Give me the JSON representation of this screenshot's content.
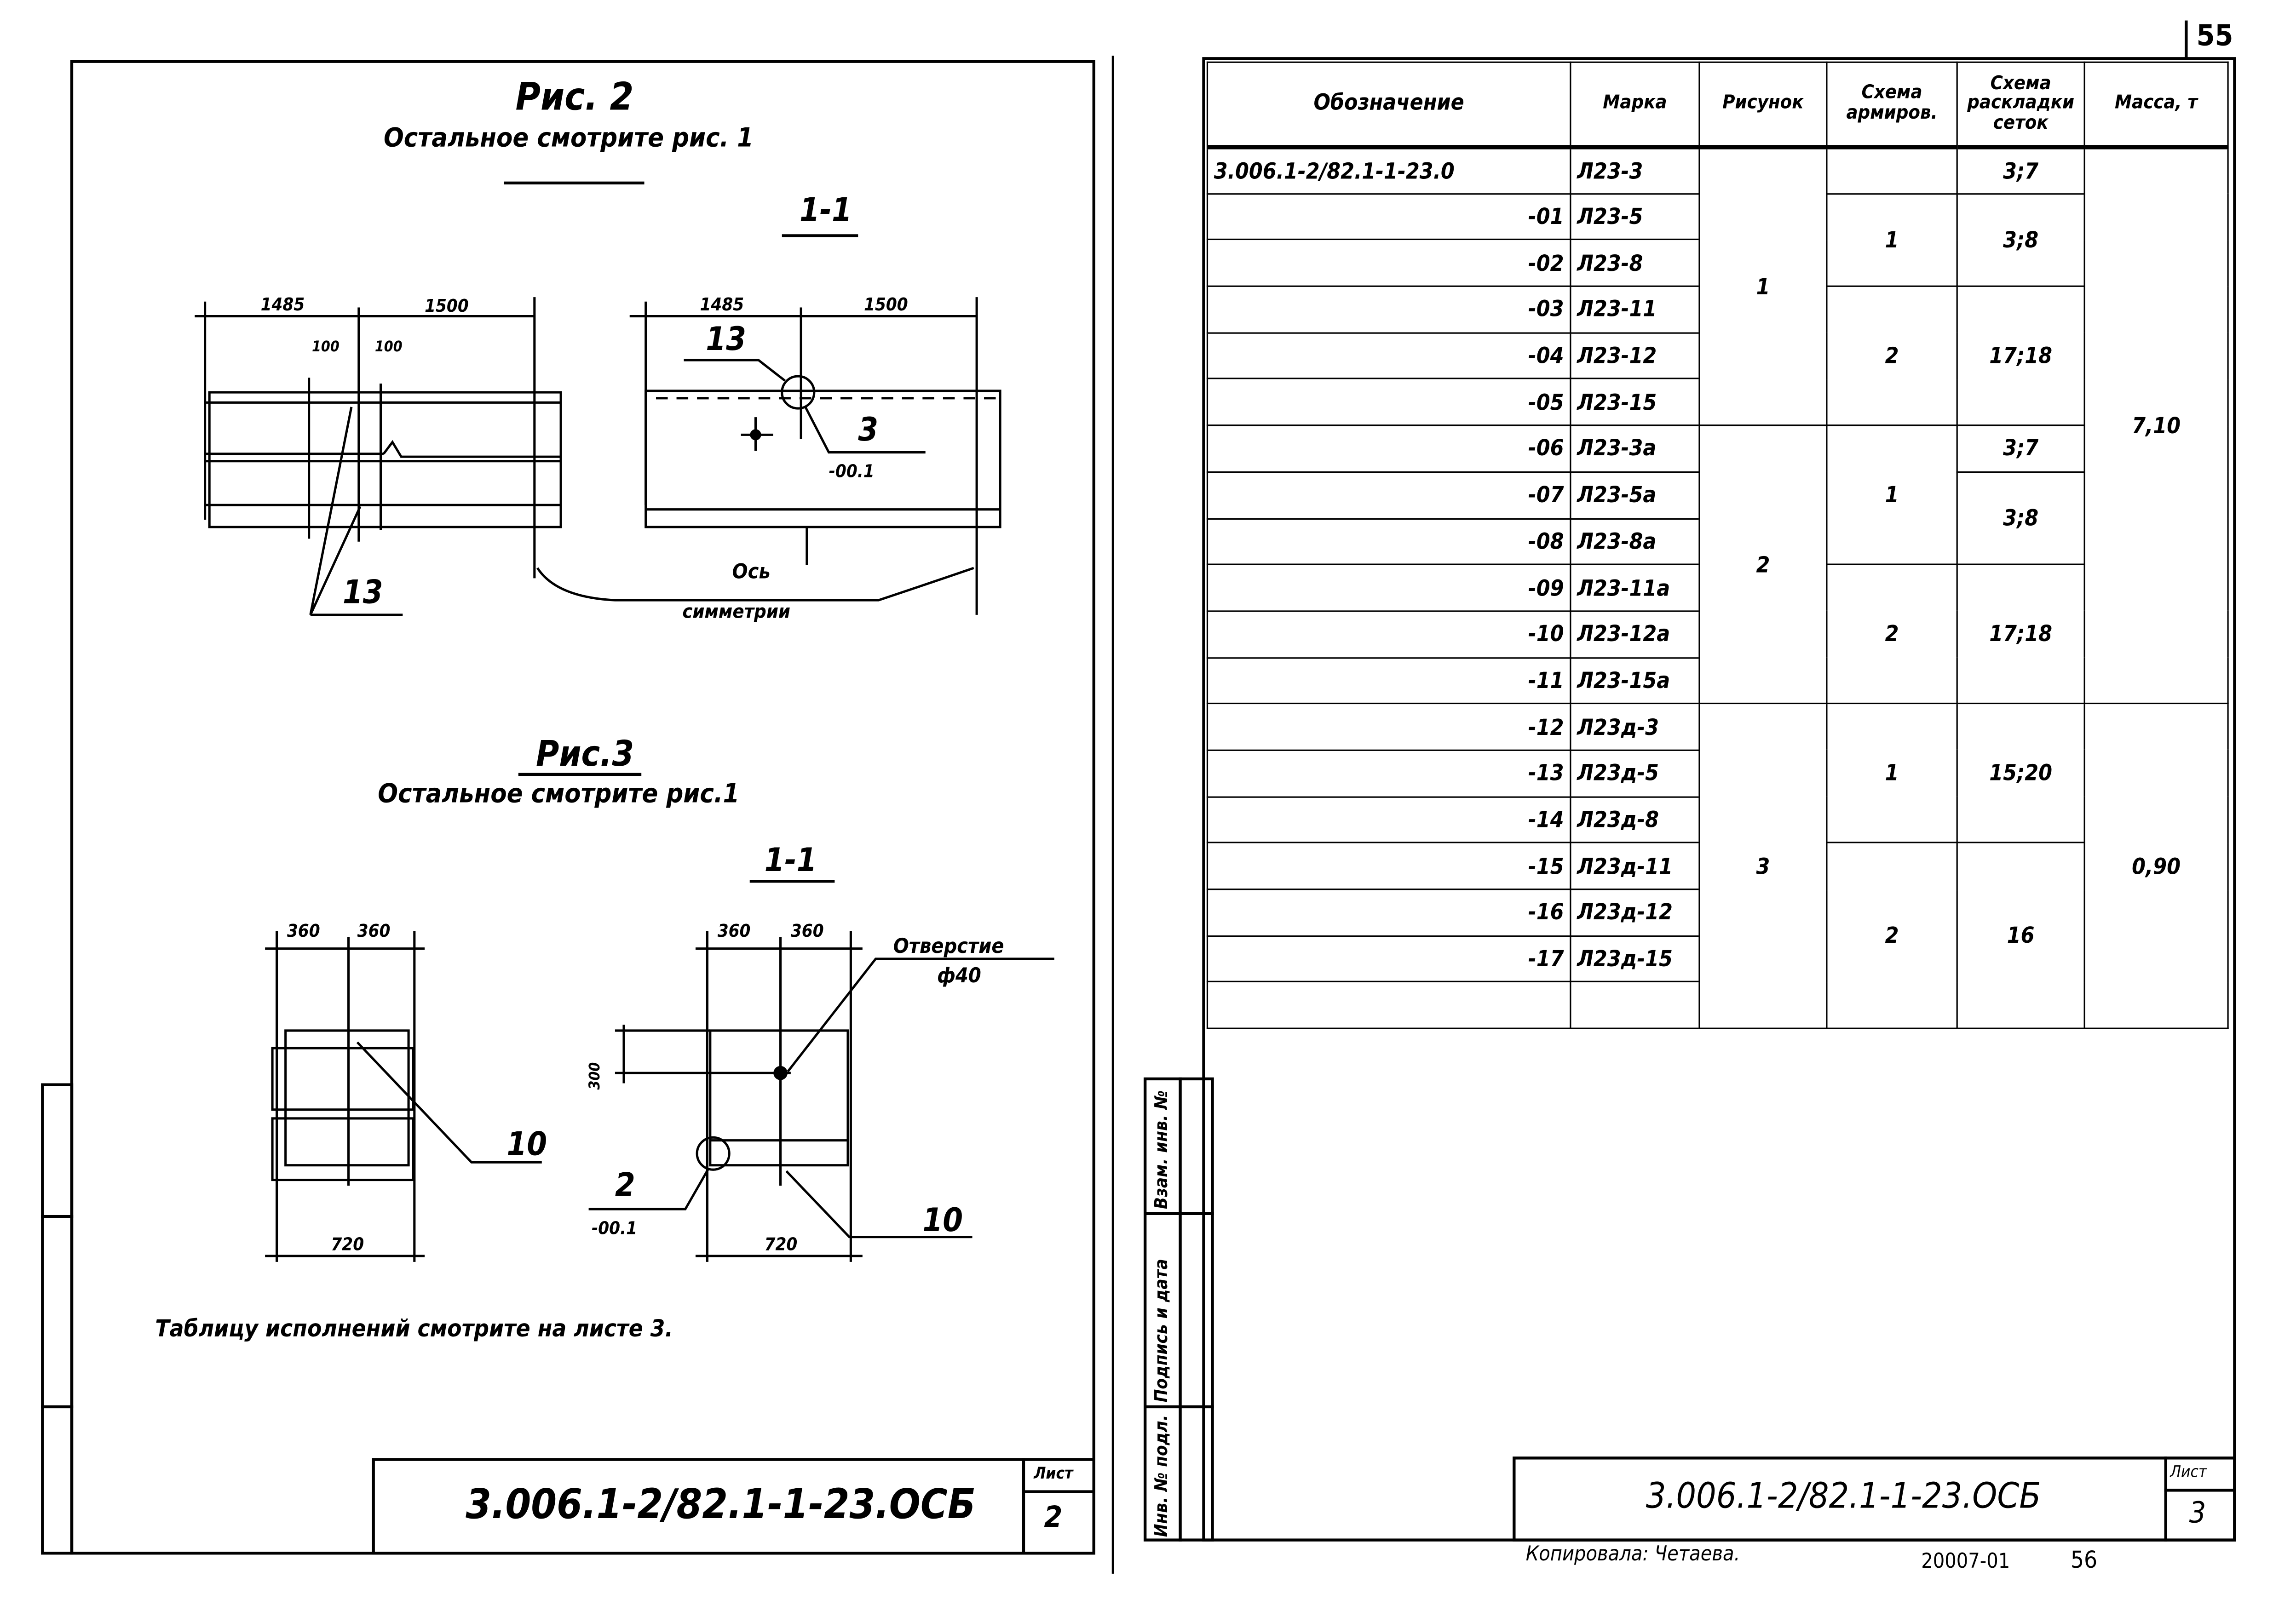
{
  "page_number_top": "55",
  "left_sheet": {
    "fig2": {
      "title": "Рис. 2",
      "subtitle": "Остальное смотрите рис. 1",
      "section_label": "1-1",
      "dims_left_view": [
        "1485",
        "1500",
        "100",
        "100"
      ],
      "dims_section": [
        "1485",
        "1500"
      ],
      "callouts_left": [
        "13"
      ],
      "callouts_section": [
        "13",
        "3",
        "-00.1"
      ],
      "axis_label_line1": "Ось",
      "axis_label_line2": "симметрии"
    },
    "fig3": {
      "title": "Рис.3",
      "subtitle": "Остальное смотрите рис.1",
      "section_label": "1-1",
      "dims_left_view": [
        "360",
        "360",
        "720"
      ],
      "dims_section": [
        "360",
        "360",
        "720",
        "300"
      ],
      "callouts_left": [
        "10"
      ],
      "callouts_section": [
        "2",
        "-00.1",
        "10"
      ],
      "hole_label_line1": "Отверстие",
      "hole_label_line2": "ф40"
    },
    "note": "Таблицу исполнений смотрите на листе 3.",
    "title_block": {
      "designation": "3.006.1-2/82.1-1-23.ОСБ",
      "sheet_label": "Лист",
      "sheet_number": "2"
    }
  },
  "right_sheet": {
    "table": {
      "headers": [
        "Обозначение",
        "Марка",
        "Рисунок",
        "Схема армиров.",
        "Схема раскладки сеток",
        "Масса, т"
      ],
      "rows": [
        {
          "designation": "3.006.1-2/82.1-1-23.0",
          "mark": "Л23-3"
        },
        {
          "designation": "-01",
          "mark": "Л23-5"
        },
        {
          "designation": "-02",
          "mark": "Л23-8"
        },
        {
          "designation": "-03",
          "mark": "Л23-11"
        },
        {
          "designation": "-04",
          "mark": "Л23-12"
        },
        {
          "designation": "-05",
          "mark": "Л23-15"
        },
        {
          "designation": "-06",
          "mark": "Л23-3а"
        },
        {
          "designation": "-07",
          "mark": "Л23-5а"
        },
        {
          "designation": "-08",
          "mark": "Л23-8а"
        },
        {
          "designation": "-09",
          "mark": "Л23-11а"
        },
        {
          "designation": "-10",
          "mark": "Л23-12а"
        },
        {
          "designation": "-11",
          "mark": "Л23-15а"
        },
        {
          "designation": "-12",
          "mark": "Л23д-3"
        },
        {
          "designation": "-13",
          "mark": "Л23д-5"
        },
        {
          "designation": "-14",
          "mark": "Л23д-8"
        },
        {
          "designation": "-15",
          "mark": "Л23д-11"
        },
        {
          "designation": "-16",
          "mark": "Л23д-12"
        },
        {
          "designation": "-17",
          "mark": "Л23д-15"
        },
        {
          "designation": "",
          "mark": ""
        }
      ],
      "figure_groups": [
        {
          "value": "1",
          "rows": "0-5"
        },
        {
          "value": "2",
          "rows": "6-11"
        },
        {
          "value": "3",
          "rows": "12-18"
        }
      ],
      "reinforcement_groups": [
        {
          "value": "",
          "rows": "0"
        },
        {
          "value": "1",
          "rows": "1-2"
        },
        {
          "value": "2",
          "rows": "3-5"
        },
        {
          "value": "1",
          "rows": "6-8"
        },
        {
          "value": "2",
          "rows": "9-11"
        },
        {
          "value": "1",
          "rows": "12-14"
        },
        {
          "value": "2",
          "rows": "15-18"
        }
      ],
      "mesh_groups": [
        {
          "value": "3;7",
          "rows": "0"
        },
        {
          "value": "3;8",
          "rows": "1-2"
        },
        {
          "value": "17;18",
          "rows": "3-5"
        },
        {
          "value": "3;7",
          "rows": "6"
        },
        {
          "value": "3;8",
          "rows": "7-8"
        },
        {
          "value": "17;18",
          "rows": "9-11"
        },
        {
          "value": "15;20",
          "rows": "12-14"
        },
        {
          "value": "16",
          "rows": "15-18"
        }
      ],
      "mass_groups": [
        {
          "value": "7,10",
          "rows": "0-11"
        },
        {
          "value": "0,90",
          "rows": "12-18"
        }
      ]
    },
    "side_stamp": [
      "Инв. № подл.",
      "Подпись и дата",
      "Взам. инв. №"
    ],
    "title_block": {
      "designation": "3.006.1-2/82.1-1-23.ОСБ",
      "sheet_label": "Лист",
      "sheet_number": "3"
    },
    "footer": {
      "copied_by": "Копировала: Четаева.",
      "order_number": "20007-01",
      "page": "56"
    }
  }
}
